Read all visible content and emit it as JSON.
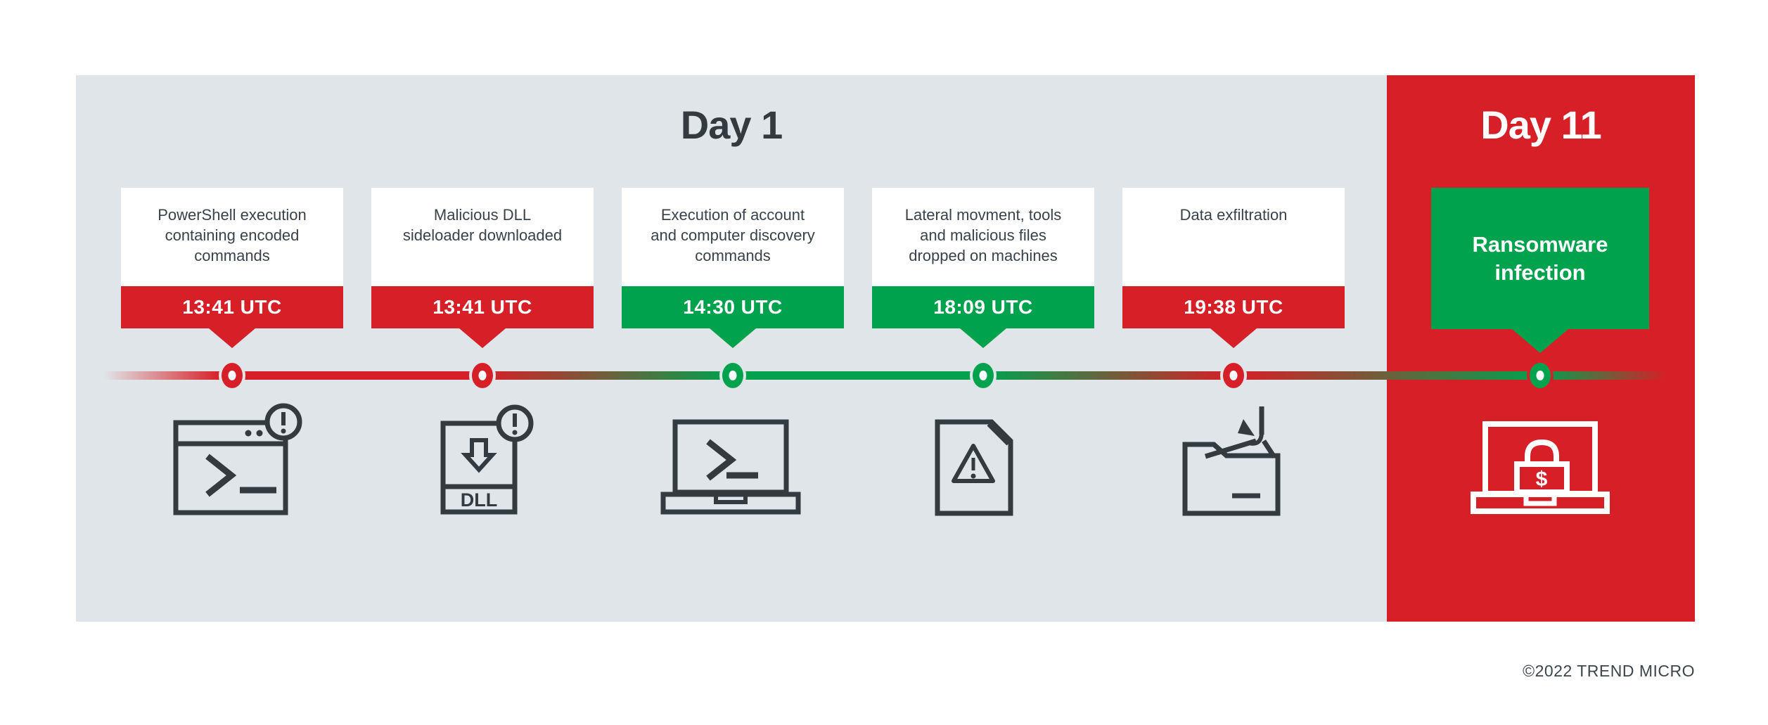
{
  "colors": {
    "panel_gray": "#dfe5e8",
    "brand_red": "#d71f27",
    "brand_green": "#00a24e",
    "icon_dark": "#333b41",
    "white": "#ffffff"
  },
  "day1": {
    "title": "Day 1",
    "events": [
      {
        "description": "PowerShell execution\ncontaining encoded\ncommands",
        "time": "13:41 UTC",
        "severity": "red",
        "icon": "terminal-window-alert"
      },
      {
        "description": "Malicious DLL\nsideloader downloaded",
        "time": "13:41 UTC",
        "severity": "red",
        "icon": "dll-download-alert",
        "icon_label": "DLL"
      },
      {
        "description": "Execution of account\nand computer discovery\ncommands",
        "time": "14:30 UTC",
        "severity": "green",
        "icon": "laptop-terminal"
      },
      {
        "description": "Lateral movment, tools\nand malicious files\ndropped on machines",
        "time": "18:09 UTC",
        "severity": "green",
        "icon": "document-warning"
      },
      {
        "description": "Data exfiltration",
        "time": "19:38 UTC",
        "severity": "red",
        "icon": "folder-exfiltration-hook"
      }
    ]
  },
  "day11": {
    "title": "Day 11",
    "event": {
      "description": "Ransomware\ninfection",
      "severity": "green",
      "icon": "laptop-ransom-lock",
      "icon_symbol": "$"
    }
  },
  "footer": {
    "copyright": "©2022 TREND MICRO"
  }
}
